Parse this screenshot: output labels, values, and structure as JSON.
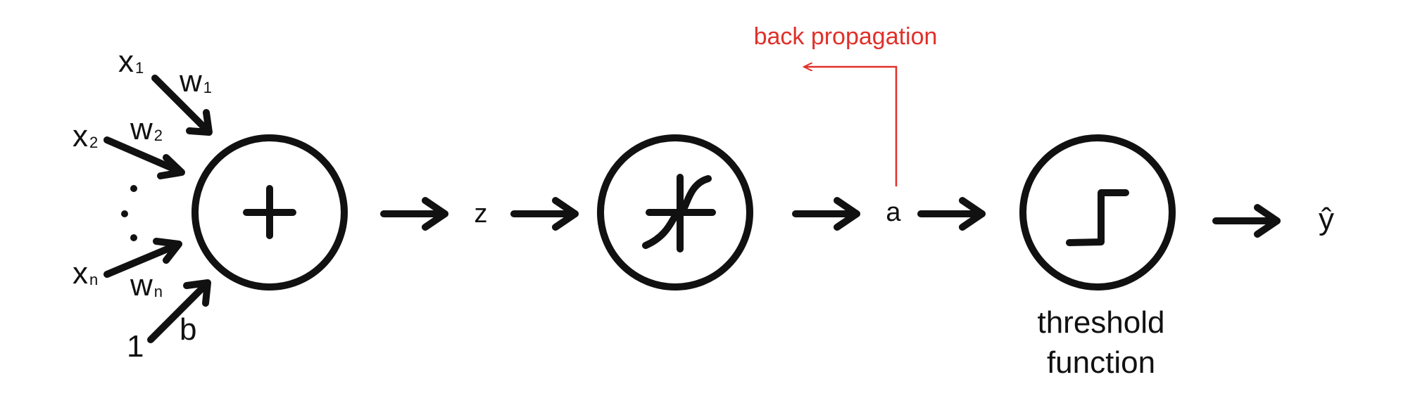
{
  "inputs": [
    {
      "base": "x",
      "sub": "1"
    },
    {
      "base": "x",
      "sub": "2"
    },
    {
      "base": "x",
      "sub": "n"
    }
  ],
  "weights": [
    {
      "base": "w",
      "sub": "1"
    },
    {
      "base": "w",
      "sub": "2"
    },
    {
      "base": "w",
      "sub": "n"
    }
  ],
  "bias_input": "1",
  "bias_weight": "b",
  "z_label": "z",
  "a_label": "a",
  "y_hat_label": "ŷ",
  "back_propagation_label": "back propagation",
  "threshold_label_line1": "threshold",
  "threshold_label_line2": "function",
  "colors": {
    "ink": "#111111",
    "backprop": "#e0302a"
  }
}
